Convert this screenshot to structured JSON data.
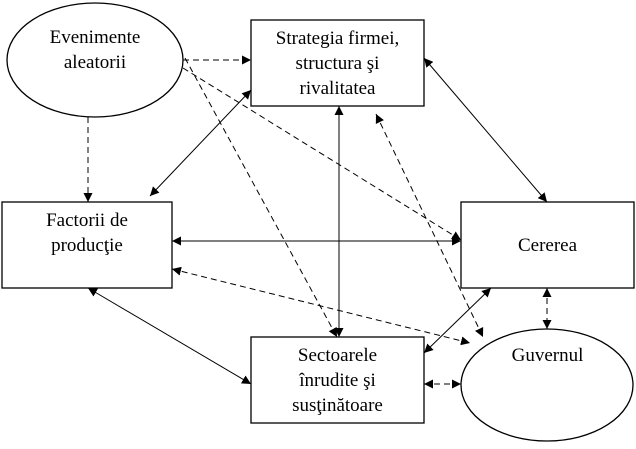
{
  "nodes": {
    "evenimente": {
      "text": "Evenimente\naleatorii"
    },
    "strategia": {
      "text": "Strategia firmei,\nstructura şi\nrivalitatea"
    },
    "factorii": {
      "text": "Factorii de\nproducţie"
    },
    "cererea": {
      "text": "Cererea"
    },
    "sectoarele": {
      "text": "Sectoarele\nînrudite şi\nsusţinătoare"
    },
    "guvernul": {
      "text": "Guvernul"
    }
  },
  "edges": [
    {
      "from": "evenimente",
      "to": "strategia",
      "style": "dashed",
      "direction": "forward"
    },
    {
      "from": "evenimente",
      "to": "factorii",
      "style": "dashed",
      "direction": "forward"
    },
    {
      "from": "evenimente",
      "to": "cererea",
      "style": "dashed",
      "direction": "forward"
    },
    {
      "from": "evenimente",
      "to": "sectoarele",
      "style": "dashed",
      "direction": "forward"
    },
    {
      "from": "strategia",
      "to": "factorii",
      "style": "solid",
      "direction": "both"
    },
    {
      "from": "strategia",
      "to": "cererea",
      "style": "solid",
      "direction": "both"
    },
    {
      "from": "strategia",
      "to": "sectoarele",
      "style": "solid",
      "direction": "both"
    },
    {
      "from": "strategia",
      "to": "guvernul",
      "style": "dashed",
      "direction": "both"
    },
    {
      "from": "factorii",
      "to": "cererea",
      "style": "solid",
      "direction": "both"
    },
    {
      "from": "factorii",
      "to": "sectoarele",
      "style": "solid",
      "direction": "both"
    },
    {
      "from": "factorii",
      "to": "guvernul",
      "style": "dashed",
      "direction": "both"
    },
    {
      "from": "sectoarele",
      "to": "cererea",
      "style": "solid",
      "direction": "both"
    },
    {
      "from": "sectoarele",
      "to": "guvernul",
      "style": "dashed",
      "direction": "both"
    },
    {
      "from": "cererea",
      "to": "guvernul",
      "style": "dashed",
      "direction": "both"
    }
  ]
}
